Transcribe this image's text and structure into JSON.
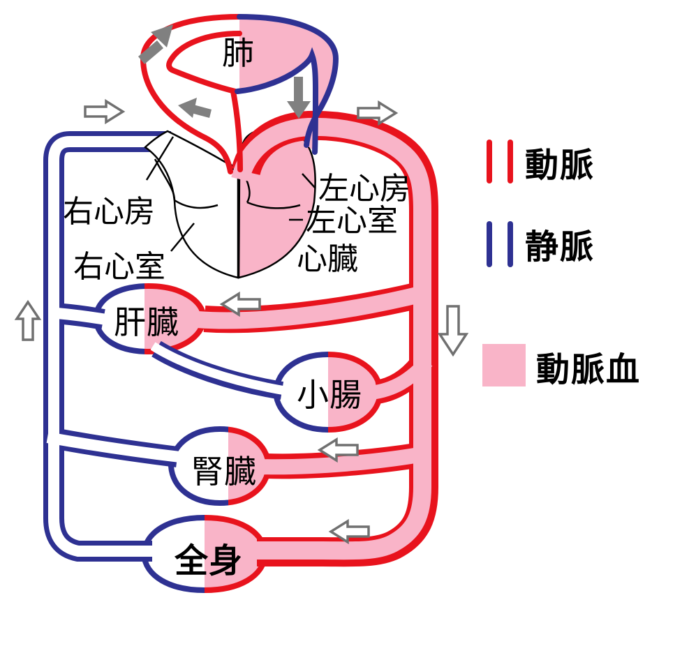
{
  "labels": {
    "lung": "肺",
    "right_atrium": "右心房",
    "right_ventricle": "右心室",
    "left_atrium": "左心房",
    "left_ventricle": "左心室",
    "heart": "心臓",
    "liver": "肝臓",
    "small_intestine": "小腸",
    "kidney": "腎臓",
    "whole_body": "全身"
  },
  "legend": {
    "artery_label": "動脈",
    "vein_label": "静脈",
    "arterial_blood_label": "動脈血",
    "artery_color": "#e8131d",
    "vein_color": "#2e3192",
    "arterial_blood_color": "#f9b4c8"
  },
  "colors": {
    "artery_red": "#e8131d",
    "vein_blue": "#2e3192",
    "arterial_blood_pink": "#f9b4c8",
    "arrow_gray": "#808080",
    "arrow_outline_gray": "#707070",
    "outline_black": "#000000",
    "background": "#ffffff"
  }
}
